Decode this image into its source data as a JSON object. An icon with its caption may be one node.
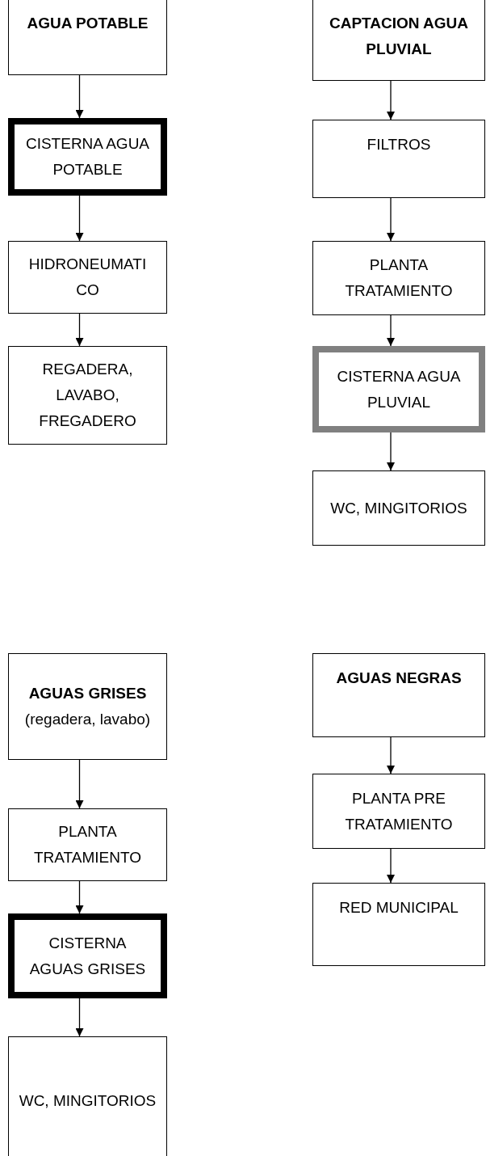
{
  "diagram": {
    "nodes": [
      {
        "text": [
          "AGUA POTABLE"
        ]
      },
      {
        "text": [
          "CISTERNA AGUA POTABLE"
        ]
      },
      {
        "text": [
          "HIDRONEUMATICO"
        ]
      },
      {
        "text": [
          "REGADERA, LAVABO, FREGADERO"
        ]
      },
      {
        "text": [
          "CAPTACION AGUA PLUVIAL"
        ]
      },
      {
        "text": [
          "FILTROS"
        ]
      },
      {
        "text": [
          "PLANTA TRATAMIENTO"
        ]
      },
      {
        "text": [
          "CISTERNA AGUA PLUVIAL"
        ]
      },
      {
        "text": [
          "WC, MINGITORIOS"
        ]
      },
      {
        "text": [
          "AGUAS GRISES",
          "(regadera, lavabo)"
        ]
      },
      {
        "text": [
          "PLANTA TRATAMIENTO"
        ]
      },
      {
        "text": [
          "CISTERNA AGUAS GRISES"
        ]
      },
      {
        "text": [
          "WC, MINGITORIOS"
        ]
      },
      {
        "text": [
          "AGUAS NEGRAS"
        ]
      },
      {
        "text": [
          "PLANTA PRE TRATAMIENTO"
        ]
      },
      {
        "text": [
          "RED MUNICIPAL"
        ]
      }
    ],
    "edges": [
      {
        "from": 0,
        "to": 1,
        "arrow": "to"
      },
      {
        "from": 1,
        "to": 2,
        "arrow": "to"
      },
      {
        "from": 2,
        "to": 3,
        "arrow": "to"
      },
      {
        "from": 4,
        "to": 5,
        "arrow": "to"
      },
      {
        "from": 5,
        "to": 6,
        "arrow": "to"
      },
      {
        "from": 6,
        "to": 7,
        "arrow": "to"
      },
      {
        "from": 7,
        "to": 8,
        "arrow": "to"
      },
      {
        "from": 9,
        "to": 10,
        "arrow": "to"
      },
      {
        "from": 10,
        "to": 11,
        "arrow": "to"
      },
      {
        "from": 11,
        "to": 12,
        "arrow": "to"
      },
      {
        "from": 13,
        "to": 14,
        "arrow": "to"
      },
      {
        "from": 14,
        "to": 15,
        "arrow": "to"
      }
    ]
  }
}
